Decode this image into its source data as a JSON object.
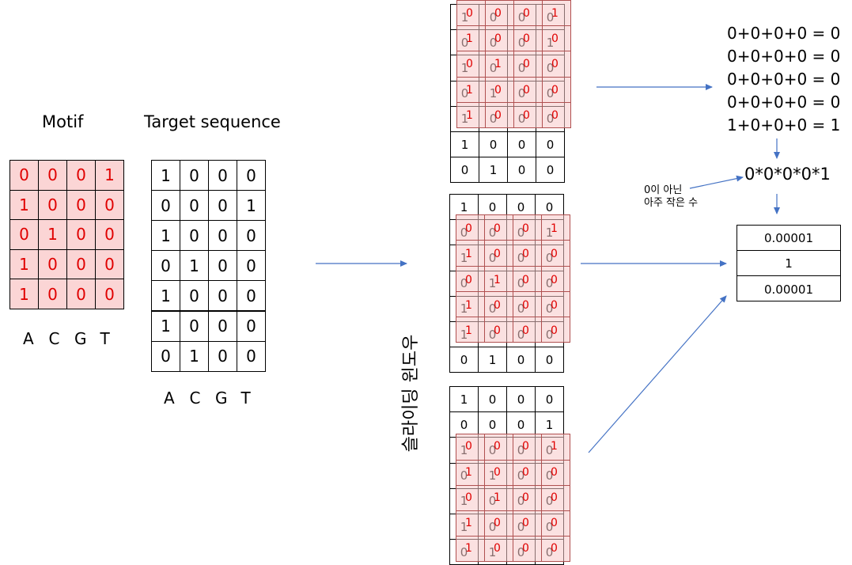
{
  "labels": {
    "motif": "Motif",
    "target": "Target sequence",
    "sliding": "슬라이딩 윈도우",
    "note_line1": "0이 아닌",
    "note_line2": "아주 작은 수",
    "product": "0*0*0*0*1"
  },
  "bases": [
    "A",
    "C",
    "G",
    "T"
  ],
  "motif_matrix": [
    [
      0,
      0,
      0,
      1
    ],
    [
      1,
      0,
      0,
      0
    ],
    [
      0,
      1,
      0,
      0
    ],
    [
      1,
      0,
      0,
      0
    ],
    [
      1,
      0,
      0,
      0
    ]
  ],
  "target_matrix": [
    [
      1,
      0,
      0,
      0
    ],
    [
      0,
      0,
      0,
      1
    ],
    [
      1,
      0,
      0,
      0
    ],
    [
      0,
      1,
      0,
      0
    ],
    [
      1,
      0,
      0,
      0
    ],
    [
      1,
      0,
      0,
      0
    ],
    [
      0,
      1,
      0,
      0
    ]
  ],
  "window_top": {
    "rows": [
      [
        1,
        0,
        0,
        0
      ],
      [
        0,
        0,
        0,
        1
      ],
      [
        1,
        0,
        0,
        0
      ],
      [
        0,
        1,
        0,
        0
      ],
      [
        1,
        0,
        0,
        0
      ],
      [
        1,
        0,
        0,
        0
      ],
      [
        0,
        1,
        0,
        0
      ]
    ],
    "overlay_start_row": 0,
    "overlay": [
      [
        0,
        0,
        0,
        1
      ],
      [
        1,
        0,
        0,
        0
      ],
      [
        0,
        1,
        0,
        0
      ],
      [
        1,
        0,
        0,
        0
      ],
      [
        1,
        0,
        0,
        0
      ]
    ]
  },
  "window_mid": {
    "rows": [
      [
        1,
        0,
        0,
        0
      ],
      [
        0,
        0,
        0,
        1
      ],
      [
        1,
        0,
        0,
        0
      ],
      [
        0,
        1,
        0,
        0
      ],
      [
        1,
        0,
        0,
        0
      ],
      [
        1,
        0,
        0,
        0
      ],
      [
        0,
        1,
        0,
        0
      ]
    ],
    "overlay_start_row": 1,
    "overlay": [
      [
        0,
        0,
        0,
        1
      ],
      [
        1,
        0,
        0,
        0
      ],
      [
        0,
        1,
        0,
        0
      ],
      [
        1,
        0,
        0,
        0
      ],
      [
        1,
        0,
        0,
        0
      ]
    ]
  },
  "window_bot": {
    "rows": [
      [
        1,
        0,
        0,
        0
      ],
      [
        0,
        0,
        0,
        1
      ],
      [
        1,
        0,
        0,
        0
      ],
      [
        0,
        1,
        0,
        0
      ],
      [
        1,
        0,
        0,
        0
      ],
      [
        1,
        0,
        0,
        0
      ],
      [
        0,
        1,
        0,
        0
      ]
    ],
    "overlay_start_row": 2,
    "overlay": [
      [
        0,
        0,
        0,
        1
      ],
      [
        1,
        0,
        0,
        0
      ],
      [
        0,
        1,
        0,
        0
      ],
      [
        1,
        0,
        0,
        0
      ],
      [
        1,
        0,
        0,
        0
      ]
    ]
  },
  "sums": [
    "0+0+0+0 = 0",
    "0+0+0+0 = 0",
    "0+0+0+0 = 0",
    "0+0+0+0 = 0",
    "1+0+0+0 = 1"
  ],
  "results": [
    "0.00001",
    "1",
    "0.00001"
  ],
  "colors": {
    "motif_fill": "#fbd5d5",
    "motif_text": "#e00000",
    "arrow": "#4472c4"
  }
}
